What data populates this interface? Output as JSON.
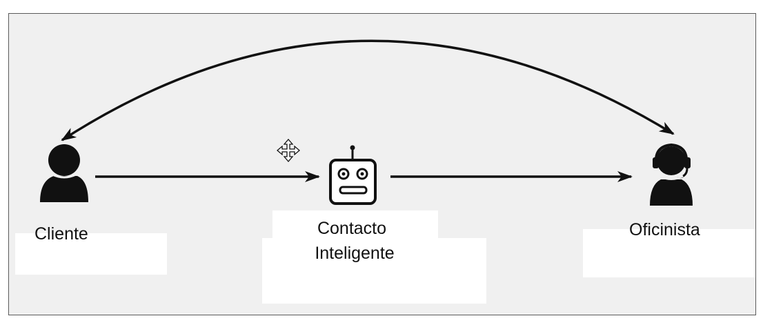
{
  "nodes": {
    "cliente": {
      "label": "Cliente",
      "icon": "person-icon"
    },
    "contacto": {
      "label_line1": "Contacto",
      "label_line2": "Inteligente",
      "icon": "robot-icon"
    },
    "oficinista": {
      "label": "Oficinista",
      "icon": "headset-agent-icon"
    }
  },
  "edges": [
    {
      "from": "cliente",
      "to": "contacto",
      "style": "straight"
    },
    {
      "from": "contacto",
      "to": "oficinista",
      "style": "straight"
    },
    {
      "from": "cliente",
      "to": "oficinista",
      "style": "curved",
      "bidirectional": true
    }
  ],
  "colors": {
    "background": "#f0f0f0",
    "ink": "#111111",
    "frame": "#5a5a5a"
  }
}
